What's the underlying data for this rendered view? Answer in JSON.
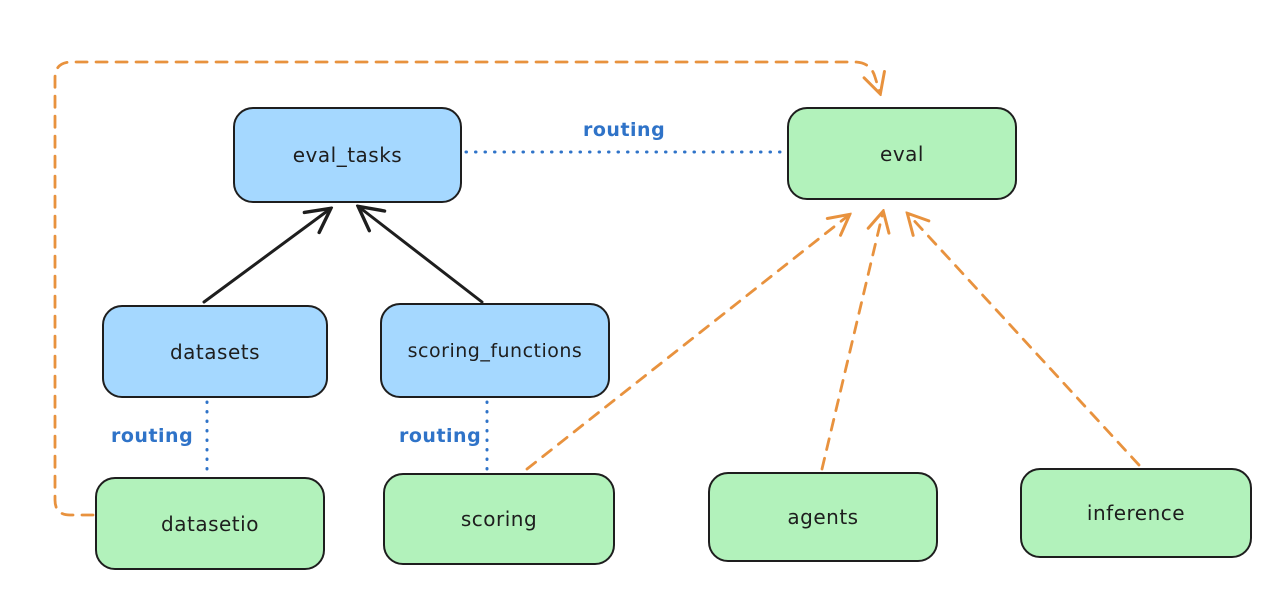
{
  "diagram": {
    "nodes": {
      "eval_tasks": {
        "label": "eval_tasks",
        "color": "blue"
      },
      "eval": {
        "label": "eval",
        "color": "green"
      },
      "datasets": {
        "label": "datasets",
        "color": "blue"
      },
      "scoring_functions": {
        "label": "scoring_functions",
        "color": "blue"
      },
      "datasetio": {
        "label": "datasetio",
        "color": "green"
      },
      "scoring": {
        "label": "scoring",
        "color": "green"
      },
      "agents": {
        "label": "agents",
        "color": "green"
      },
      "inference": {
        "label": "inference",
        "color": "green"
      }
    },
    "edge_labels": {
      "eval_tasks_to_eval": "routing",
      "datasets_to_datasetio": "routing",
      "scoring_functions_to_scoring": "routing"
    },
    "edges": [
      {
        "from": "datasets",
        "to": "eval_tasks",
        "style": "solid-black-arrow"
      },
      {
        "from": "scoring_functions",
        "to": "eval_tasks",
        "style": "solid-black-arrow"
      },
      {
        "from": "eval_tasks",
        "to": "eval",
        "style": "dotted-blue",
        "label": "routing"
      },
      {
        "from": "datasets",
        "to": "datasetio",
        "style": "dotted-blue",
        "label": "routing"
      },
      {
        "from": "scoring_functions",
        "to": "scoring",
        "style": "dotted-blue",
        "label": "routing"
      },
      {
        "from": "datasetio",
        "to": "eval",
        "style": "dashed-orange-arrow",
        "route": "around-top-left"
      },
      {
        "from": "scoring",
        "to": "eval",
        "style": "dashed-orange-arrow"
      },
      {
        "from": "agents",
        "to": "eval",
        "style": "dashed-orange-arrow"
      },
      {
        "from": "inference",
        "to": "eval",
        "style": "dashed-orange-arrow"
      }
    ]
  },
  "colors": {
    "node_blue_fill": "#a5d8ff",
    "node_green_fill": "#b2f2bb",
    "node_stroke": "#1e1e1e",
    "arrow_black": "#1e1e1e",
    "arrow_orange": "#e8923e",
    "routing_blue": "#2f73c8",
    "background": "#ffffff"
  }
}
